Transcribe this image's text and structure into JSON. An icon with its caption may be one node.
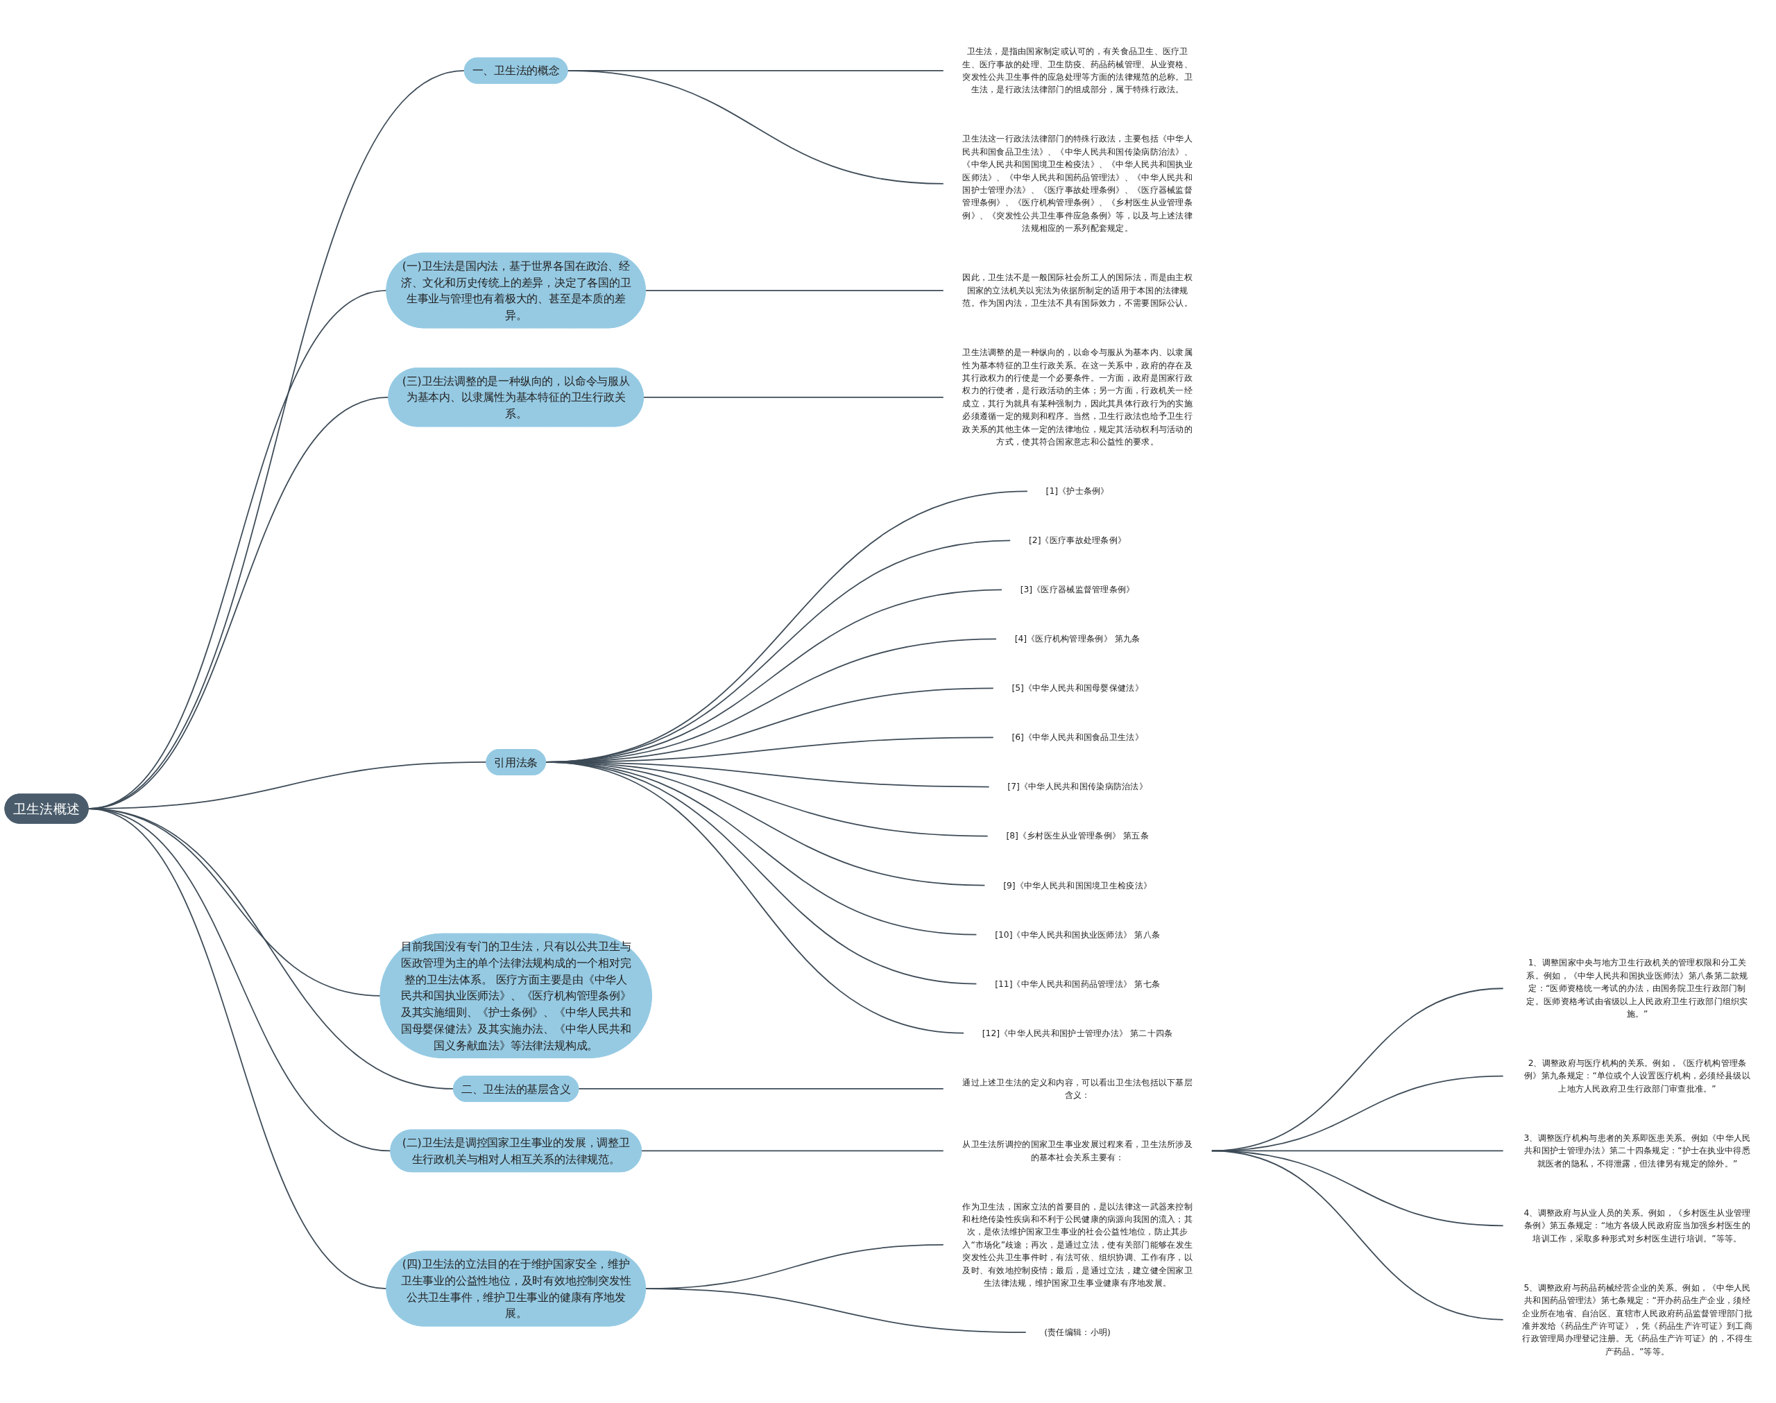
{
  "diagram": {
    "nodes": [
      {
        "text": [
          "卫生法概述"
        ]
      },
      {
        "text": [
          "一、卫生法的概念"
        ]
      },
      {
        "text": [
          "卫生法，是指由国家制定或认可的，有关食品卫生、医疗卫生、医疗事故的处理、卫生防疫、药品药械管理、从业资格、突发性公共卫生事件的应急处理等方面的法律规范的总称。卫生法，是行政法法律部门的组成部分，属于特殊行政法。"
        ]
      },
      {
        "text": [
          "卫生法这一行政法法律部门的特殊行政法，主要包括《中华人民共和国食品卫生法》、《中华人民共和国传染病防治法》、《中华人民共和国国境卫生检疫法》、《中华人民共和国执业医师法》、《中华人民共和国药品管理法》、《中华人民共和国护士管理办法》、《医疗事故处理条例》、《医疗器械监督管理条例》、《医疗机构管理条例》、《乡村医生从业管理条例》、《突发性公共卫生事件应急条例》等，以及与上述法律法规相应的一系列配套规定。"
        ]
      },
      {
        "text": [
          "(一)卫生法是国内法，基于世界各国在政治、经济、文化和历史传统上的差异，决定了各国的卫生事业与管理也有着极大的、甚至是本质的差异。"
        ]
      },
      {
        "text": [
          "因此，卫生法不是一般国际社会所工人的国际法，而是由主权国家的立法机关以宪法为依据所制定的适用于本国的法律规范。作为国内法，卫生法不具有国际效力，不需要国际公认。"
        ]
      },
      {
        "text": [
          "(三)卫生法调整的是一种纵向的，以命令与服从为基本内、以隶属性为基本特征的卫生行政关系。"
        ]
      },
      {
        "text": [
          "卫生法调整的是一种纵向的，以命令与服从为基本内、以隶属性为基本特征的卫生行政关系。在这一关系中，政府的存在及其行政权力的行使是一个必要条件。一方面，政府是国家行政权力的行使者，是行政活动的主体；另一方面，行政机关一经成立，其行为就具有某种强制力，因此其具体行政行为的实施必须遵循一定的规则和程序。当然，卫生行政法也给予卫生行政关系的其他主体一定的法律地位，规定其活动权利与活动的方式，使其符合国家意志和公益性的要求。"
        ]
      },
      {
        "text": [
          "引用法条"
        ]
      },
      {
        "text": [
          "[1]《护士条例》"
        ]
      },
      {
        "text": [
          "[2]《医疗事故处理条例》"
        ]
      },
      {
        "text": [
          "[3]《医疗器械监督管理条例》"
        ]
      },
      {
        "text": [
          "[4]《医疗机构管理条例》 第九条"
        ]
      },
      {
        "text": [
          "[5]《中华人民共和国母婴保健法》"
        ]
      },
      {
        "text": [
          "[6]《中华人民共和国食品卫生法》"
        ]
      },
      {
        "text": [
          "[7]《中华人民共和国传染病防治法》"
        ]
      },
      {
        "text": [
          "[8]《乡村医生从业管理条例》 第五条"
        ]
      },
      {
        "text": [
          "[9]《中华人民共和国国境卫生检疫法》"
        ]
      },
      {
        "text": [
          "[10]《中华人民共和国执业医师法》 第八条"
        ]
      },
      {
        "text": [
          "[11]《中华人民共和国药品管理法》 第七条"
        ]
      },
      {
        "text": [
          "[12]《中华人民共和国护士管理办法》 第二十四条"
        ]
      },
      {
        "text": [
          "目前我国没有专门的卫生法，只有以公共卫生与医政管理为主的单个法律法规构成的一个相对完整的卫生法体系。 医疗方面主要是由《中华人民共和国执业医师法》、《医疗机构管理条例》及其实施细则、《护士条例》、《中华人民共和国母婴保健法》及其实施办法、《中华人民共和国义务献血法》等法律法规构成。"
        ]
      },
      {
        "text": [
          "二、卫生法的基层含义"
        ]
      },
      {
        "text": [
          "通过上述卫生法的定义和内容，可以看出卫生法包括以下基层含义："
        ]
      },
      {
        "text": [
          "(二)卫生法是调控国家卫生事业的发展，调整卫生行政机关与相对人相互关系的法律规范。"
        ]
      },
      {
        "text": [
          "从卫生法所调控的国家卫生事业发展过程来看，卫生法所涉及的基本社会关系主要有："
        ]
      },
      {
        "text": [
          "1、调整国家中央与地方卫生行政机关的管理权限和分工关系。例如，《中华人民共和国执业医师法》第八条第二款规定：“医师资格统一考试的办法，由国务院卫生行政部门制定。医师资格考试由省级以上人民政府卫生行政部门组织实施。”"
        ]
      },
      {
        "text": [
          "2、调整政府与医疗机构的关系。例如，《医疗机构管理条例》第九条规定：“单位或个人设置医疗机构，必须经县级以上地方人民政府卫生行政部门审查批准。”"
        ]
      },
      {
        "text": [
          "3、调整医疗机构与患者的关系即医患关系。例如《中华人民共和国护士管理办法》第二十四条规定：“护士在执业中得悉就医者的隐私，不得泄露，但法律另有规定的除外。”"
        ]
      },
      {
        "text": [
          "4、调整政府与从业人员的关系。例如，《乡村医生从业管理条例》第五条规定：“地方各级人民政府应当加强乡村医生的培训工作，采取多种形式对乡村医生进行培训。”等等。"
        ]
      },
      {
        "text": [
          "5、调整政府与药品药械经营企业的关系。例如，《中华人民共和国药品管理法》第七条规定：“开办药品生产企业，须经企业所在地省、自治区、直辖市人民政府药品监督管理部门批准并发给《药品生产许可证》，凭《药品生产许可证》到工商行政管理局办理登记注册。无《药品生产许可证》的，不得生产药品。”等等。"
        ]
      },
      {
        "text": [
          "(四)卫生法的立法目的在于维护国家安全，维护卫生事业的公益性地位，及时有效地控制突发性公共卫生事件，维护卫生事业的健康有序地发展。"
        ]
      },
      {
        "text": [
          "作为卫生法，国家立法的首要目的，是以法律这一武器来控制和杜绝传染性疾病和不利于公民健康的病源向我国的流入；其次，是依法维护国家卫生事业的社会公益性地位，防止其步入“市场化”歧途；再次，是通过立法，使有关部门能够在发生突发性公共卫生事件时，有法可依、组织协调、工作有序，以及时、有效地控制疫情；最后，是通过立法，建立健全国家卫生法律法规，维护国家卫生事业健康有序地发展。"
        ]
      },
      {
        "text": [
          "(责任编辑：小明)"
        ]
      }
    ],
    "edges": [
      {
        "from": 0,
        "to": 1,
        "arrow": "none"
      },
      {
        "from": 1,
        "to": 2,
        "arrow": "none"
      },
      {
        "from": 1,
        "to": 3,
        "arrow": "none"
      },
      {
        "from": 0,
        "to": 4,
        "arrow": "none"
      },
      {
        "from": 4,
        "to": 5,
        "arrow": "none"
      },
      {
        "from": 0,
        "to": 6,
        "arrow": "none"
      },
      {
        "from": 6,
        "to": 7,
        "arrow": "none"
      },
      {
        "from": 0,
        "to": 8,
        "arrow": "none"
      },
      {
        "from": 8,
        "to": 9,
        "arrow": "none"
      },
      {
        "from": 8,
        "to": 10,
        "arrow": "none"
      },
      {
        "from": 8,
        "to": 11,
        "arrow": "none"
      },
      {
        "from": 8,
        "to": 12,
        "arrow": "none"
      },
      {
        "from": 8,
        "to": 13,
        "arrow": "none"
      },
      {
        "from": 8,
        "to": 14,
        "arrow": "none"
      },
      {
        "from": 8,
        "to": 15,
        "arrow": "none"
      },
      {
        "from": 8,
        "to": 16,
        "arrow": "none"
      },
      {
        "from": 8,
        "to": 17,
        "arrow": "none"
      },
      {
        "from": 8,
        "to": 18,
        "arrow": "none"
      },
      {
        "from": 8,
        "to": 19,
        "arrow": "none"
      },
      {
        "from": 8,
        "to": 20,
        "arrow": "none"
      },
      {
        "from": 0,
        "to": 21,
        "arrow": "none"
      },
      {
        "from": 0,
        "to": 22,
        "arrow": "none"
      },
      {
        "from": 22,
        "to": 23,
        "arrow": "none"
      },
      {
        "from": 0,
        "to": 24,
        "arrow": "none"
      },
      {
        "from": 24,
        "to": 25,
        "arrow": "none"
      },
      {
        "from": 25,
        "to": 26,
        "arrow": "none"
      },
      {
        "from": 25,
        "to": 27,
        "arrow": "none"
      },
      {
        "from": 25,
        "to": 28,
        "arrow": "none"
      },
      {
        "from": 25,
        "to": 29,
        "arrow": "none"
      },
      {
        "from": 25,
        "to": 30,
        "arrow": "none"
      },
      {
        "from": 0,
        "to": 31,
        "arrow": "none"
      },
      {
        "from": 31,
        "to": 32,
        "arrow": "none"
      },
      {
        "from": 31,
        "to": 33,
        "arrow": "none"
      }
    ]
  }
}
